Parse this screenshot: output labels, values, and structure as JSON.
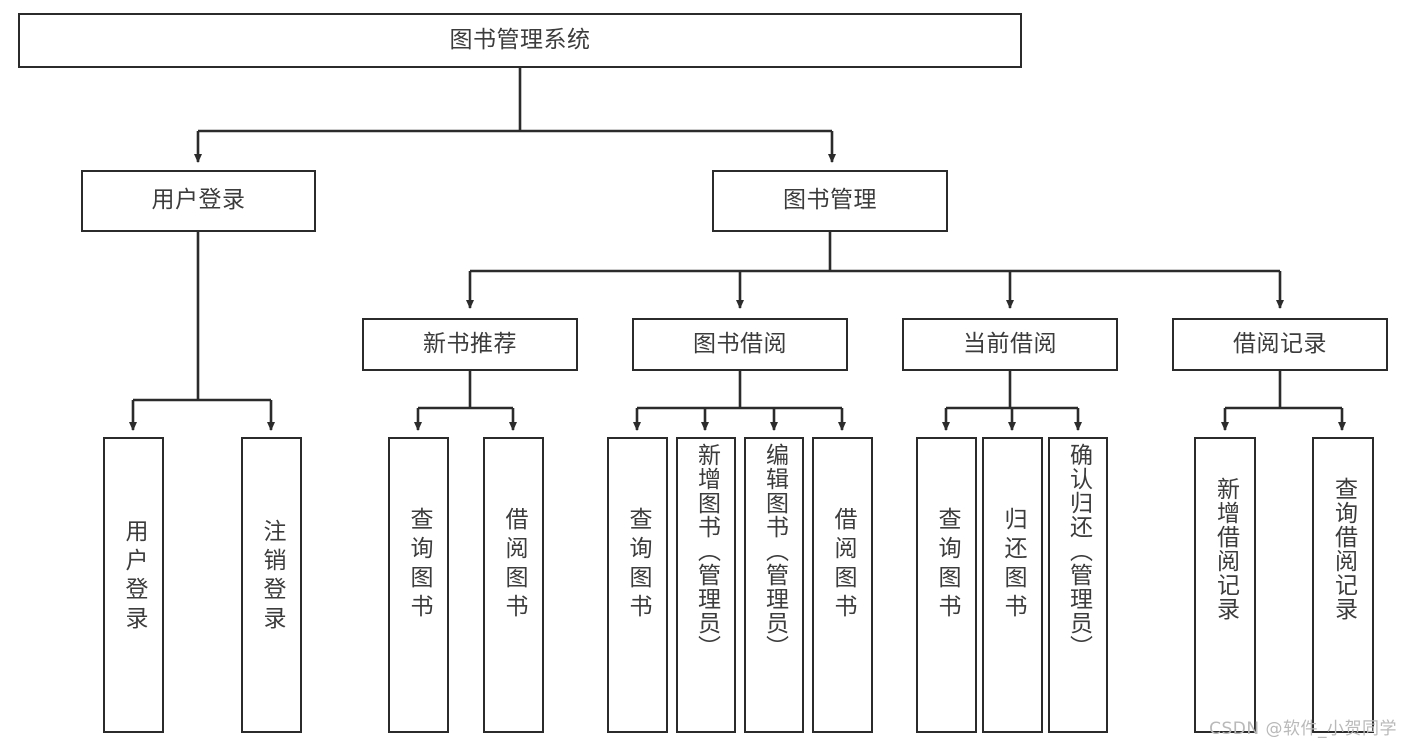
{
  "diagram": {
    "title": "图书管理系统",
    "watermark": "CSDN @软件_小贺同学",
    "colors": {
      "stroke": "#2b2b2b",
      "text": "#3c3c3c",
      "background": "#ffffff",
      "watermark": "#b9b9b9"
    },
    "root": {
      "label": "图书管理系统"
    },
    "level2": [
      {
        "label": "用户登录"
      },
      {
        "label": "图书管理"
      }
    ],
    "level3": [
      {
        "label": "新书推荐"
      },
      {
        "label": "图书借阅"
      },
      {
        "label": "当前借阅"
      },
      {
        "label": "借阅记录"
      }
    ],
    "leaves": {
      "user_login": [
        {
          "label": "用户登录"
        },
        {
          "label": "注销登录"
        }
      ],
      "new_book_recommend": [
        {
          "label": "查询图书"
        },
        {
          "label": "借阅图书"
        }
      ],
      "book_borrow": [
        {
          "label": "查询图书"
        },
        {
          "label": "新增图书（管理员）"
        },
        {
          "label": "编辑图书（管理员）"
        },
        {
          "label": "借阅图书"
        }
      ],
      "current_borrow": [
        {
          "label": "查询图书"
        },
        {
          "label": "归还图书"
        },
        {
          "label": "确认归还（管理员）"
        }
      ],
      "borrow_record": [
        {
          "label": "新增借阅记录"
        },
        {
          "label": "查询借阅记录"
        }
      ]
    }
  }
}
